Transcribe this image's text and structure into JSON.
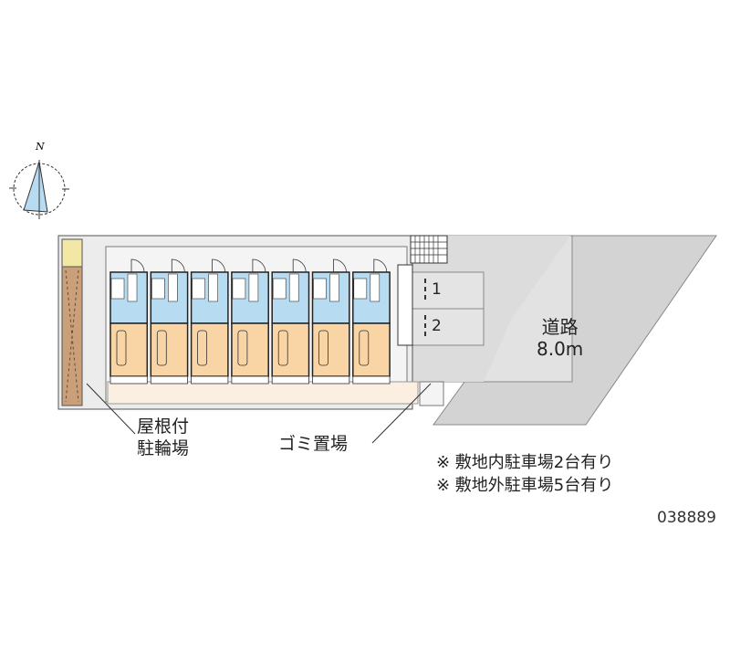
{
  "compass": {
    "north_label": "N"
  },
  "road": {
    "name": "道路",
    "width": "8.0m"
  },
  "bike_parking": {
    "line1": "屋根付",
    "line2": "駐輪場"
  },
  "garbage": {
    "label": "ゴミ置場"
  },
  "parking_slots": [
    "1",
    "2"
  ],
  "notes": [
    "※ 敷地内駐車場2台有り",
    "※ 敷地外駐車場5台有り"
  ],
  "property_code": "038889",
  "units_count": 7,
  "colors": {
    "kitchen": "#b7dcf2",
    "room": "#f9d5a5",
    "bike": "#c9a07a",
    "road": "#d3d3d3",
    "ground": "#ececec"
  }
}
